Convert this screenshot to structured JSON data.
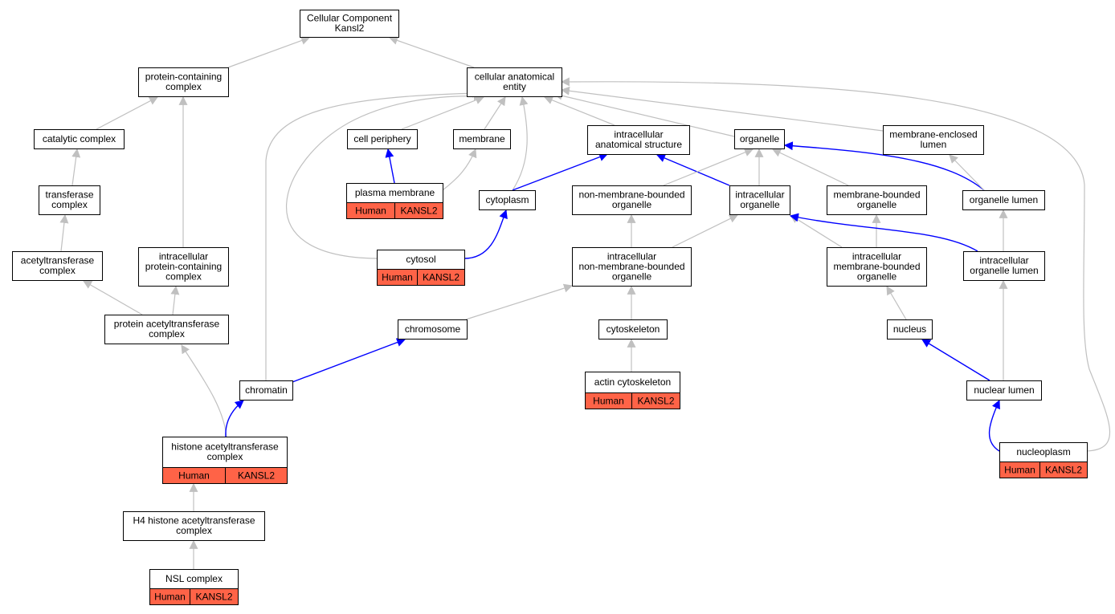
{
  "colors": {
    "grey_edge": "#c0c0c0",
    "blue_edge": "#0000ff",
    "annotation_fill": "#ff6347",
    "node_border": "#000000"
  },
  "nodes": [
    {
      "id": "cellular_component",
      "lines": [
        "Cellular Component",
        "Kansl2"
      ]
    },
    {
      "id": "protein_containing_complex",
      "lines": [
        "protein-containing",
        "complex"
      ]
    },
    {
      "id": "cellular_anatomical_entity",
      "lines": [
        "cellular anatomical",
        "entity"
      ]
    },
    {
      "id": "catalytic_complex",
      "lines": [
        "catalytic complex"
      ]
    },
    {
      "id": "cell_periphery",
      "lines": [
        "cell periphery"
      ]
    },
    {
      "id": "membrane",
      "lines": [
        "membrane"
      ]
    },
    {
      "id": "intracellular_anatomical_structure",
      "lines": [
        "intracellular",
        "anatomical structure"
      ]
    },
    {
      "id": "organelle",
      "lines": [
        "organelle"
      ]
    },
    {
      "id": "membrane_enclosed_lumen",
      "lines": [
        "membrane-enclosed",
        "lumen"
      ]
    },
    {
      "id": "transferase_complex",
      "lines": [
        "transferase",
        "complex"
      ]
    },
    {
      "id": "plasma_membrane",
      "lines": [
        "plasma membrane"
      ],
      "annot": [
        "Human",
        "KANSL2"
      ]
    },
    {
      "id": "cytoplasm",
      "lines": [
        "cytoplasm"
      ]
    },
    {
      "id": "non_membrane_bounded_organelle",
      "lines": [
        "non-membrane-bounded",
        "organelle"
      ]
    },
    {
      "id": "intracellular_organelle",
      "lines": [
        "intracellular",
        "organelle"
      ]
    },
    {
      "id": "membrane_bounded_organelle",
      "lines": [
        "membrane-bounded",
        "organelle"
      ]
    },
    {
      "id": "organelle_lumen",
      "lines": [
        "organelle lumen"
      ]
    },
    {
      "id": "acetyltransferase_complex",
      "lines": [
        "acetyltransferase",
        "complex"
      ]
    },
    {
      "id": "intracellular_protein_containing_complex",
      "lines": [
        "intracellular",
        "protein-containing",
        "complex"
      ]
    },
    {
      "id": "cytosol",
      "lines": [
        "cytosol"
      ],
      "annot": [
        "Human",
        "KANSL2"
      ]
    },
    {
      "id": "intracellular_non_membrane_bounded_organelle",
      "lines": [
        "intracellular",
        "non-membrane-bounded",
        "organelle"
      ]
    },
    {
      "id": "intracellular_membrane_bounded_organelle",
      "lines": [
        "intracellular",
        "membrane-bounded",
        "organelle"
      ]
    },
    {
      "id": "intracellular_organelle_lumen",
      "lines": [
        "intracellular",
        "organelle lumen"
      ]
    },
    {
      "id": "protein_acetyltransferase_complex",
      "lines": [
        "protein acetyltransferase",
        "complex"
      ]
    },
    {
      "id": "chromosome",
      "lines": [
        "chromosome"
      ]
    },
    {
      "id": "cytoskeleton",
      "lines": [
        "cytoskeleton"
      ]
    },
    {
      "id": "nucleus",
      "lines": [
        "nucleus"
      ]
    },
    {
      "id": "chromatin",
      "lines": [
        "chromatin"
      ]
    },
    {
      "id": "actin_cytoskeleton",
      "lines": [
        "actin cytoskeleton"
      ],
      "annot": [
        "Human",
        "KANSL2"
      ]
    },
    {
      "id": "nuclear_lumen",
      "lines": [
        "nuclear lumen"
      ]
    },
    {
      "id": "histone_acetyltransferase_complex",
      "lines": [
        "histone acetyltransferase",
        "complex"
      ],
      "annot": [
        "Human",
        "KANSL2"
      ]
    },
    {
      "id": "nucleoplasm",
      "lines": [
        "nucleoplasm"
      ],
      "annot": [
        "Human",
        "KANSL2"
      ]
    },
    {
      "id": "h4_histone_acetyltransferase_complex",
      "lines": [
        "H4 histone acetyltransferase",
        "complex"
      ]
    },
    {
      "id": "nsl_complex",
      "lines": [
        "NSL complex"
      ],
      "annot": [
        "Human",
        "KANSL2"
      ]
    }
  ],
  "edges": [
    {
      "from": "protein_containing_complex",
      "to": "cellular_component",
      "color": "grey"
    },
    {
      "from": "cellular_anatomical_entity",
      "to": "cellular_component",
      "color": "grey"
    },
    {
      "from": "catalytic_complex",
      "to": "protein_containing_complex",
      "color": "grey"
    },
    {
      "from": "intracellular_protein_containing_complex",
      "to": "protein_containing_complex",
      "color": "grey"
    },
    {
      "from": "transferase_complex",
      "to": "catalytic_complex",
      "color": "grey"
    },
    {
      "from": "acetyltransferase_complex",
      "to": "transferase_complex",
      "color": "grey"
    },
    {
      "from": "protein_acetyltransferase_complex",
      "to": "acetyltransferase_complex",
      "color": "grey"
    },
    {
      "from": "protein_acetyltransferase_complex",
      "to": "intracellular_protein_containing_complex",
      "color": "grey"
    },
    {
      "from": "histone_acetyltransferase_complex",
      "to": "protein_acetyltransferase_complex",
      "color": "grey"
    },
    {
      "from": "histone_acetyltransferase_complex",
      "to": "chromatin",
      "color": "blue"
    },
    {
      "from": "h4_histone_acetyltransferase_complex",
      "to": "histone_acetyltransferase_complex",
      "color": "grey"
    },
    {
      "from": "nsl_complex",
      "to": "h4_histone_acetyltransferase_complex",
      "color": "grey"
    },
    {
      "from": "cell_periphery",
      "to": "cellular_anatomical_entity",
      "color": "grey"
    },
    {
      "from": "membrane",
      "to": "cellular_anatomical_entity",
      "color": "grey"
    },
    {
      "from": "intracellular_anatomical_structure",
      "to": "cellular_anatomical_entity",
      "color": "grey"
    },
    {
      "from": "organelle",
      "to": "cellular_anatomical_entity",
      "color": "grey"
    },
    {
      "from": "membrane_enclosed_lumen",
      "to": "cellular_anatomical_entity",
      "color": "grey"
    },
    {
      "from": "cytoplasm",
      "to": "cellular_anatomical_entity",
      "color": "grey"
    },
    {
      "from": "cytosol",
      "to": "cellular_anatomical_entity",
      "color": "grey"
    },
    {
      "from": "chromatin",
      "to": "cellular_anatomical_entity",
      "color": "grey"
    },
    {
      "from": "nucleoplasm",
      "to": "cellular_anatomical_entity",
      "color": "grey"
    },
    {
      "from": "plasma_membrane",
      "to": "cell_periphery",
      "color": "blue"
    },
    {
      "from": "plasma_membrane",
      "to": "membrane",
      "color": "grey"
    },
    {
      "from": "cytoplasm",
      "to": "intracellular_anatomical_structure",
      "color": "blue"
    },
    {
      "from": "intracellular_organelle",
      "to": "intracellular_anatomical_structure",
      "color": "blue"
    },
    {
      "from": "cytosol",
      "to": "cytoplasm",
      "color": "blue"
    },
    {
      "from": "non_membrane_bounded_organelle",
      "to": "organelle",
      "color": "grey"
    },
    {
      "from": "intracellular_organelle",
      "to": "organelle",
      "color": "grey"
    },
    {
      "from": "membrane_bounded_organelle",
      "to": "organelle",
      "color": "grey"
    },
    {
      "from": "organelle_lumen",
      "to": "organelle",
      "color": "blue"
    },
    {
      "from": "organelle_lumen",
      "to": "membrane_enclosed_lumen",
      "color": "grey"
    },
    {
      "from": "intracellular_non_membrane_bounded_organelle",
      "to": "non_membrane_bounded_organelle",
      "color": "grey"
    },
    {
      "from": "intracellular_non_membrane_bounded_organelle",
      "to": "intracellular_organelle",
      "color": "grey"
    },
    {
      "from": "intracellular_membrane_bounded_organelle",
      "to": "intracellular_organelle",
      "color": "grey"
    },
    {
      "from": "intracellular_membrane_bounded_organelle",
      "to": "membrane_bounded_organelle",
      "color": "grey"
    },
    {
      "from": "intracellular_organelle_lumen",
      "to": "intracellular_organelle",
      "color": "blue"
    },
    {
      "from": "intracellular_organelle_lumen",
      "to": "organelle_lumen",
      "color": "grey"
    },
    {
      "from": "chromosome",
      "to": "intracellular_non_membrane_bounded_organelle",
      "color": "grey"
    },
    {
      "from": "cytoskeleton",
      "to": "intracellular_non_membrane_bounded_organelle",
      "color": "grey"
    },
    {
      "from": "nucleus",
      "to": "intracellular_membrane_bounded_organelle",
      "color": "grey"
    },
    {
      "from": "nuclear_lumen",
      "to": "intracellular_organelle_lumen",
      "color": "grey"
    },
    {
      "from": "chromatin",
      "to": "chromosome",
      "color": "blue"
    },
    {
      "from": "actin_cytoskeleton",
      "to": "cytoskeleton",
      "color": "grey"
    },
    {
      "from": "nuclear_lumen",
      "to": "nucleus",
      "color": "blue"
    },
    {
      "from": "nucleoplasm",
      "to": "nuclear_lumen",
      "color": "blue"
    }
  ]
}
